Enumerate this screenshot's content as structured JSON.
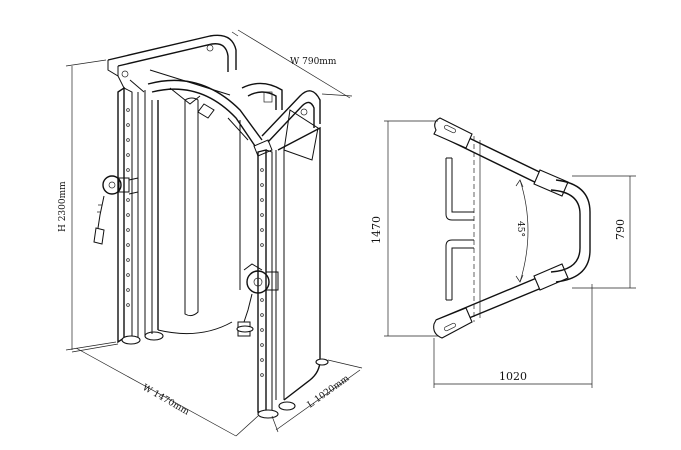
{
  "perspective_view": {
    "height_label": "H 2300mm",
    "width_label": "W 1470mm",
    "depth_label": "L 1020mm",
    "top_width_label": "W 790mm"
  },
  "plan_view": {
    "height_label": "1470",
    "width_label": "1020",
    "depth_label": "790",
    "angle_label": "45°"
  }
}
